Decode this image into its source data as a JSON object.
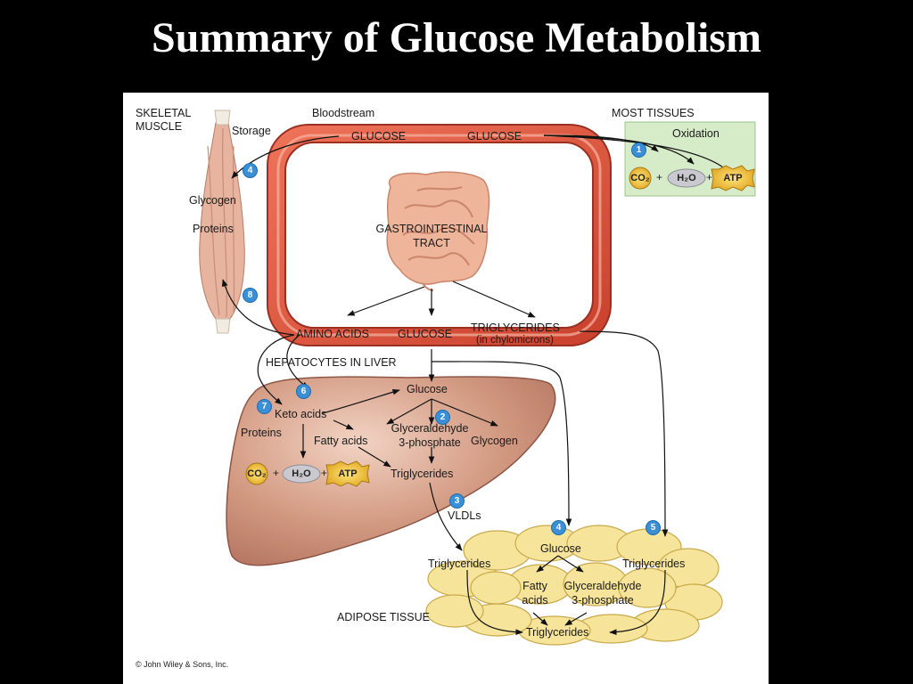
{
  "title": "Summary of Glucose Metabolism",
  "labels": {
    "skeletal_muscle": "SKELETAL",
    "skeletal_muscle_2": "MUSCLE",
    "storage": "Storage",
    "bloodstream": "Bloodstream",
    "glucose_top_left": "GLUCOSE",
    "glucose_top_right": "GLUCOSE",
    "most_tissues": "MOST TISSUES",
    "oxidation": "Oxidation",
    "glycogen_muscle": "Glycogen",
    "proteins_muscle": "Proteins",
    "gi_tract_1": "GASTROINTESTINAL",
    "gi_tract_2": "TRACT",
    "amino_acids": "AMINO ACIDS",
    "glucose_blood": "GLUCOSE",
    "triglycerides_blood": "TRIGLYCERIDES",
    "chylomicrons": "(in chylomicrons)",
    "hepatocytes": "HEPATOCYTES IN LIVER",
    "glucose_liver": "Glucose",
    "keto_acids": "Keto acids",
    "proteins_liver": "Proteins",
    "fatty_acids_liver": "Fatty acids",
    "g3p_liver_1": "Glyceraldehyde",
    "g3p_liver_2": "3-phosphate",
    "glycogen_liver": "Glycogen",
    "triglycerides_liver": "Triglycerides",
    "vldls": "VLDLs",
    "glucose_adipose": "Glucose",
    "triglycerides_adipose_left": "Triglycerides",
    "triglycerides_adipose_right": "Triglycerides",
    "fatty_acids_adipose_1": "Fatty",
    "fatty_acids_adipose_2": "acids",
    "g3p_adipose_1": "Glyceraldehyde",
    "g3p_adipose_2": "3-phosphate",
    "adipose_tissue": "ADIPOSE TISSUE",
    "triglycerides_adipose_bottom": "Triglycerides",
    "copyright": "© John Wiley & Sons, Inc."
  },
  "molecules": {
    "co2": "CO₂",
    "h2o": "H₂O",
    "atp": "ATP",
    "plus": "+"
  },
  "steps": [
    "1",
    "2",
    "3",
    "4",
    "5",
    "6",
    "7",
    "8"
  ],
  "colors": {
    "blood_vessel": "#e0563f",
    "liver": "#c98a71",
    "adipose": "#f6e49a",
    "oxidation_box": "#d6ecc9",
    "badge": "#3a8fd6",
    "muscle": "#e6b49f"
  }
}
